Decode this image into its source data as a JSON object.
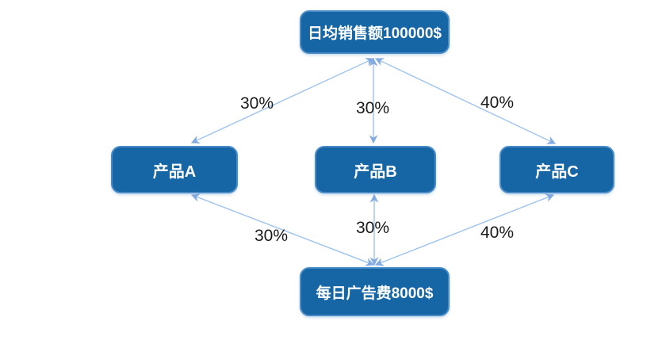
{
  "diagram": {
    "nodes": {
      "top": {
        "label": "日均销售额100000$"
      },
      "product_a": {
        "label": "产品A"
      },
      "product_b": {
        "label": "产品B"
      },
      "product_c": {
        "label": "产品C"
      },
      "bottom": {
        "label": "每日广告费8000$"
      }
    },
    "edges": [
      {
        "from": "top",
        "to": "product_a",
        "label": "30%",
        "arrows": "both"
      },
      {
        "from": "top",
        "to": "product_b",
        "label": "30%",
        "arrows": "both"
      },
      {
        "from": "top",
        "to": "product_c",
        "label": "40%",
        "arrows": "both"
      },
      {
        "from": "bottom",
        "to": "product_a",
        "label": "30%",
        "arrows": "both"
      },
      {
        "from": "bottom",
        "to": "product_b",
        "label": "30%",
        "arrows": "both"
      },
      {
        "from": "bottom",
        "to": "product_c",
        "label": "40%",
        "arrows": "both"
      }
    ],
    "colors": {
      "background": "#FFFFFF",
      "node_fill": "#1666A6",
      "node_border": "#4A8CC7",
      "node_text": "#FFFFFF",
      "edge_line": "#A3C6EE",
      "edge_arrow": "#83ABDF",
      "label_text": "#1A1A1A"
    }
  }
}
